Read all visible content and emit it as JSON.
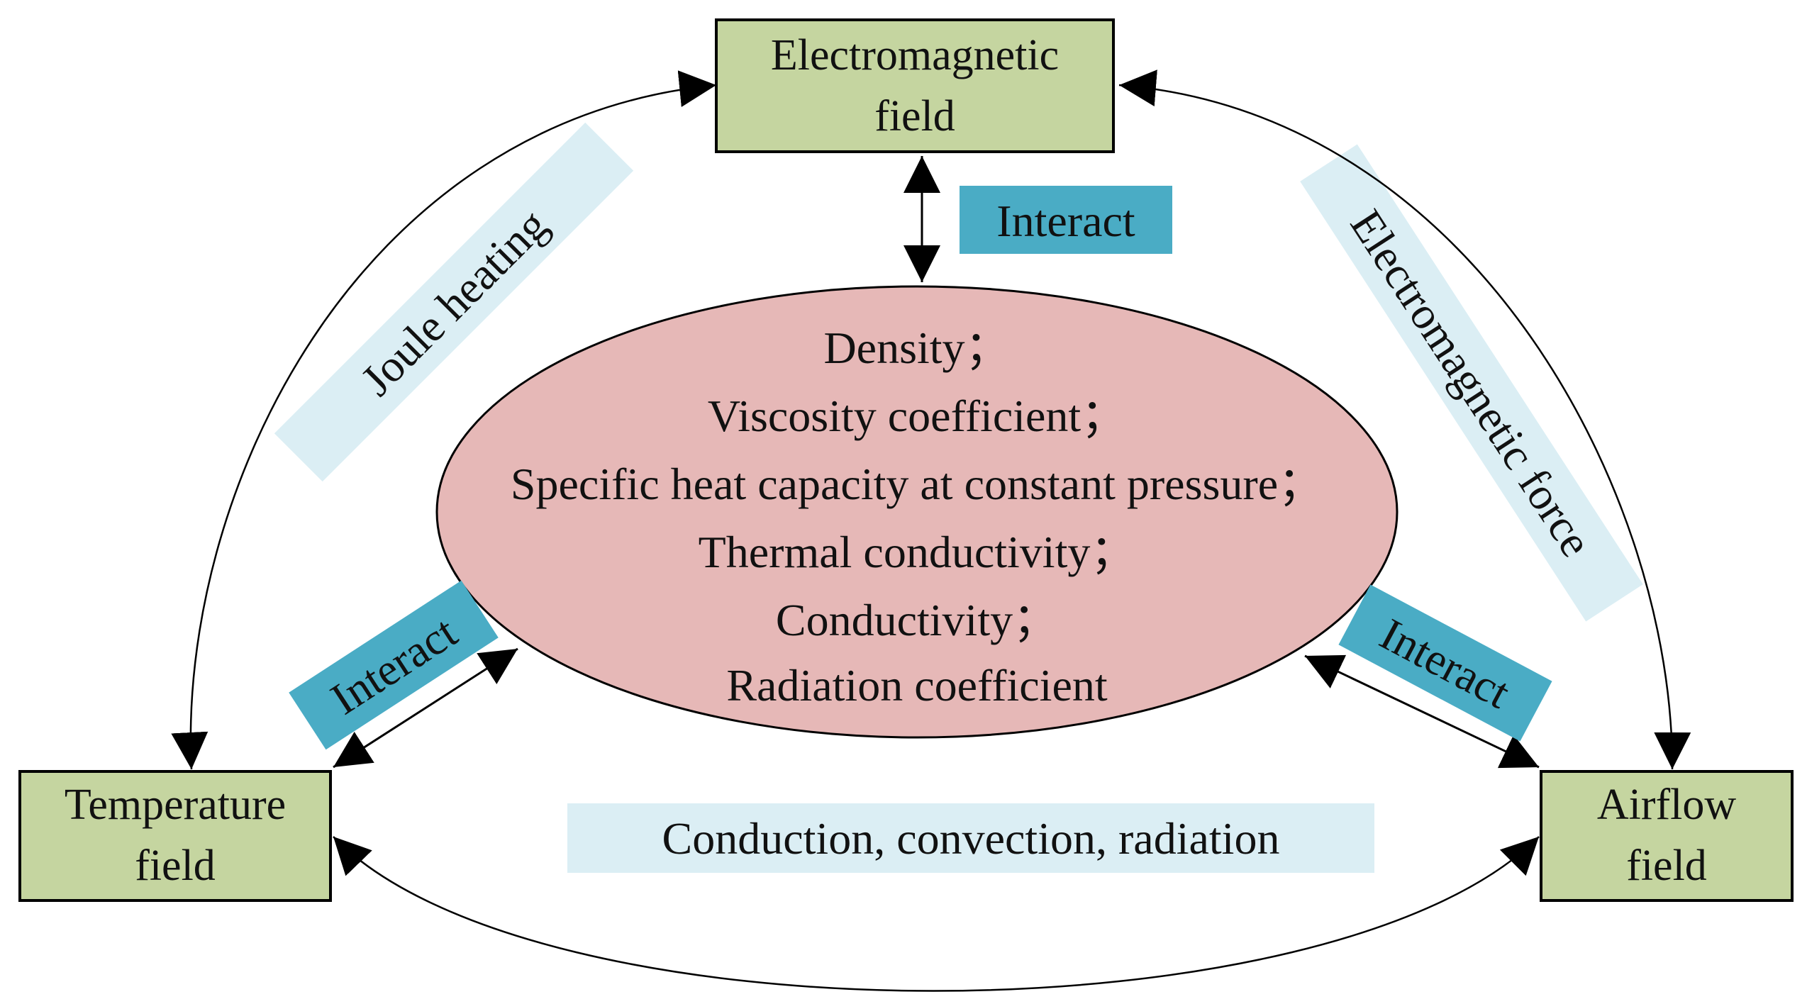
{
  "nodes": {
    "electromagnetic": {
      "lines": [
        "Electromagnetic",
        "field"
      ]
    },
    "temperature": {
      "lines": [
        "Temperature",
        "field"
      ]
    },
    "airflow": {
      "lines": [
        "Airflow",
        "field"
      ]
    }
  },
  "properties": [
    "Density；",
    "Viscosity coefficient；",
    "Specific heat capacity at constant pressure；",
    "Thermal conductivity；",
    "Conductivity；",
    "Radiation coefficient"
  ],
  "labels": {
    "interact_top": "Interact",
    "interact_left": "Interact",
    "interact_right": "Interact",
    "joule_heating": "Joule heating",
    "electromagnetic_force": "Electromagnetic force",
    "heat_transfer": "Conduction, convection, radiation"
  },
  "colors": {
    "field_box": "#c5d5a0",
    "ellipse": "#e6b8b7",
    "interact_tag": "#4aacc5",
    "coupling_tag": "#dbeef4",
    "line": "#000000"
  }
}
